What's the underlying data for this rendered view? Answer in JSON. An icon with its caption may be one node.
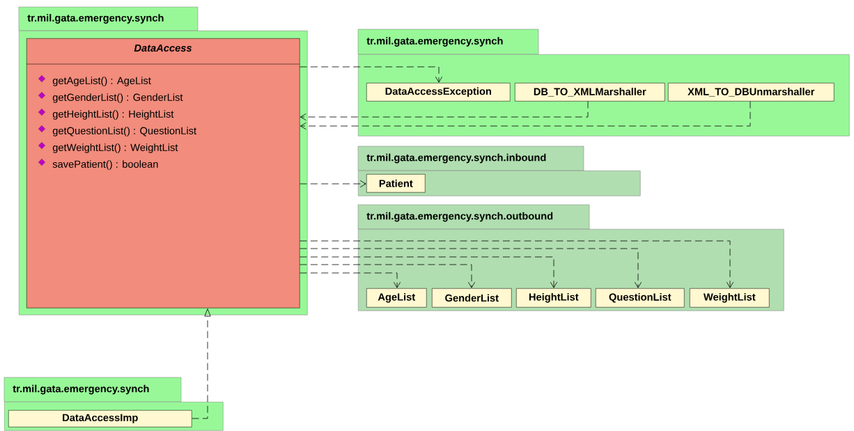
{
  "diagram": {
    "nodes": [
      {
        "text": [
          "tr.mil.gata.emergency.synch"
        ]
      },
      {
        "text": [
          "DataAccess",
          "getAgeList() : AgeList",
          "getGenderList() : GenderList",
          "getHeightList() : HeightList",
          "getQuestionList() : QuestionList",
          "getWeightList() : WeightList",
          "savePatient() : boolean"
        ],
        "in": 0
      },
      {
        "text": [
          "tr.mil.gata.emergency.synch"
        ]
      },
      {
        "text": [
          "DataAccessException"
        ],
        "in": 2
      },
      {
        "text": [
          "DB_TO_XMLMarshaller"
        ],
        "in": 2
      },
      {
        "text": [
          "XML_TO_DBUnmarshaller"
        ],
        "in": 2
      },
      {
        "text": [
          "tr.mil.gata.emergency.synch.inbound"
        ]
      },
      {
        "text": [
          "Patient"
        ],
        "in": 6
      },
      {
        "text": [
          "tr.mil.gata.emergency.synch.outbound"
        ]
      },
      {
        "text": [
          "AgeList"
        ],
        "in": 8
      },
      {
        "text": [
          "GenderList"
        ],
        "in": 8
      },
      {
        "text": [
          "HeightList"
        ],
        "in": 8
      },
      {
        "text": [
          "QuestionList"
        ],
        "in": 8
      },
      {
        "text": [
          "WeightList"
        ],
        "in": 8
      },
      {
        "text": [
          "tr.mil.gata.emergency.synch"
        ]
      },
      {
        "text": [
          "DataAccessImp"
        ],
        "in": 14
      }
    ],
    "edges": [
      {
        "from": 1,
        "to": 3,
        "arrow": "to",
        "style": "dashed"
      },
      {
        "from": 4,
        "to": 1,
        "arrow": "to",
        "style": "dashed"
      },
      {
        "from": 5,
        "to": 1,
        "arrow": "to",
        "style": "dashed"
      },
      {
        "from": 1,
        "to": 7,
        "arrow": "to",
        "style": "dashed"
      },
      {
        "from": 1,
        "to": 9,
        "arrow": "to",
        "style": "dashed"
      },
      {
        "from": 1,
        "to": 10,
        "arrow": "to",
        "style": "dashed"
      },
      {
        "from": 1,
        "to": 11,
        "arrow": "to",
        "style": "dashed"
      },
      {
        "from": 1,
        "to": 12,
        "arrow": "to",
        "style": "dashed"
      },
      {
        "from": 1,
        "to": 13,
        "arrow": "to",
        "style": "dashed"
      },
      {
        "from": 15,
        "to": 1,
        "arrow": "to",
        "style": "dashed"
      }
    ]
  }
}
